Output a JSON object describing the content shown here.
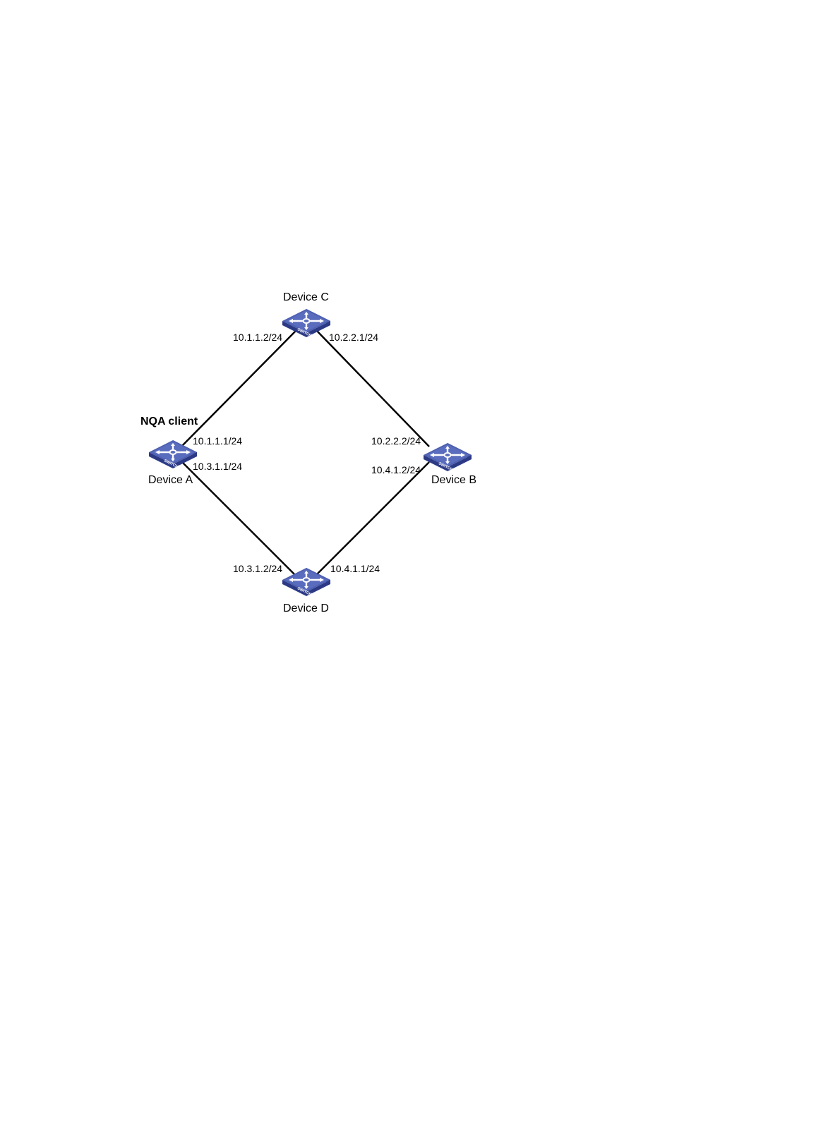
{
  "colors": {
    "link": "#000000",
    "switch_top": "#4d5fb0",
    "switch_top_light": "#6f80cc",
    "switch_front": "#2c3a86",
    "switch_side": "#1f2a6a",
    "switch_arrows": "#ffffff"
  },
  "icon": "switch-icon",
  "roles": {
    "device_a": "NQA client"
  },
  "devices": {
    "a": {
      "name": "Device A"
    },
    "b": {
      "name": "Device B"
    },
    "c": {
      "name": "Device C"
    },
    "d": {
      "name": "Device D"
    }
  },
  "switch_badge": "SWITCH",
  "interfaces": {
    "a_to_c": "10.1.1.1/24",
    "a_to_d": "10.3.1.1/24",
    "c_to_a": "10.1.1.2/24",
    "c_to_b": "10.2.2.1/24",
    "b_to_c": "10.2.2.2/24",
    "b_to_d": "10.4.1.2/24",
    "d_to_a": "10.3.1.2/24",
    "d_to_b": "10.4.1.1/24"
  }
}
